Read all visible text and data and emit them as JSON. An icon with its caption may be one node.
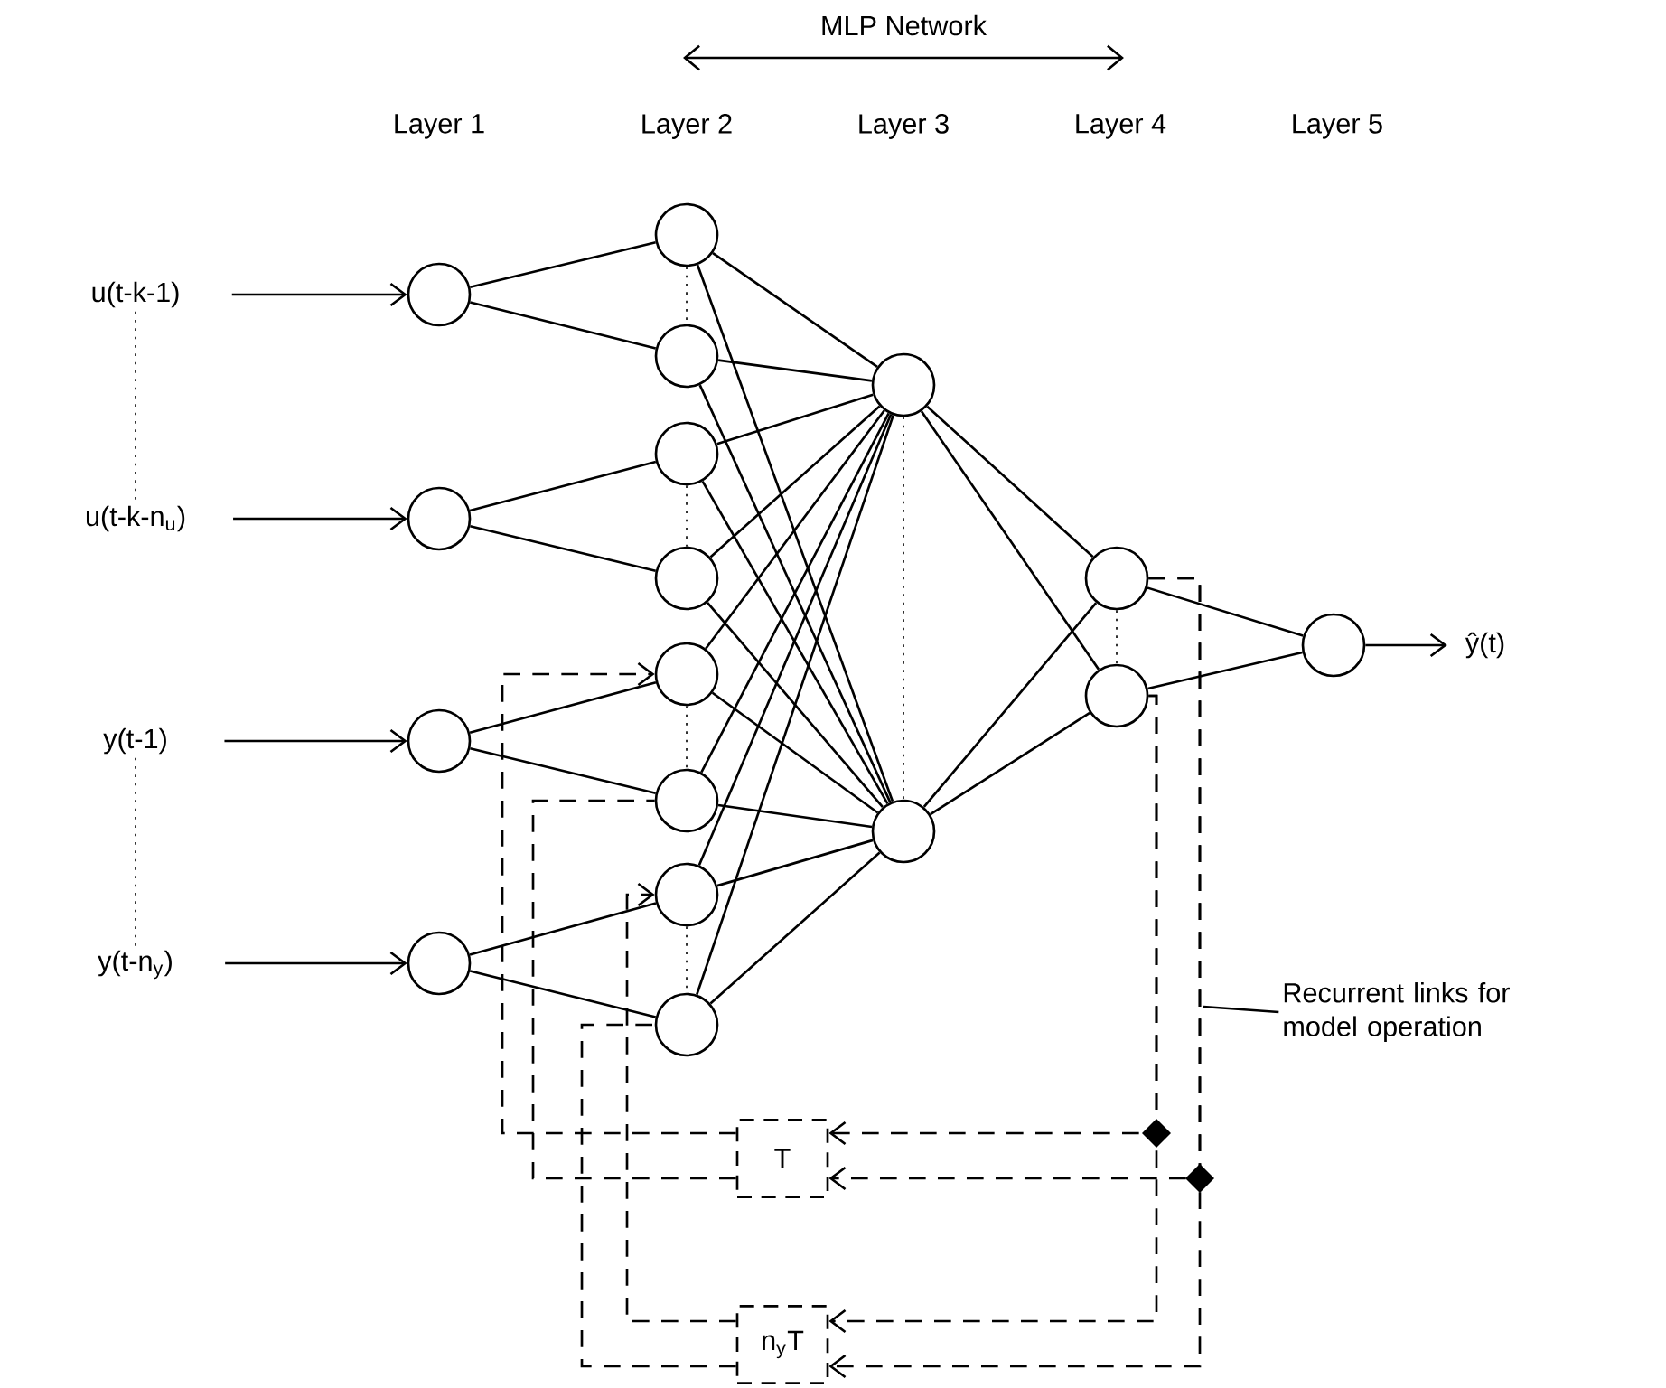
{
  "diagram": {
    "nodes": [
      {
        "text": [
          "u(t-k-1)"
        ]
      },
      {
        "text": [
          "u(t-k-n$_{u}$)"
        ]
      },
      {
        "text": [
          "y(t-1)"
        ]
      },
      {
        "text": [
          "y(t-n$_{y}$)"
        ]
      },
      {
        "text": [],
        "shape": "circle"
      },
      {
        "text": [],
        "shape": "circle"
      },
      {
        "text": [],
        "shape": "circle"
      },
      {
        "text": [],
        "shape": "circle"
      },
      {
        "text": [],
        "shape": "circle"
      },
      {
        "text": [],
        "shape": "circle"
      },
      {
        "text": [],
        "shape": "circle"
      },
      {
        "text": [],
        "shape": "circle"
      },
      {
        "text": [],
        "shape": "circle"
      },
      {
        "text": [],
        "shape": "circle"
      },
      {
        "text": [],
        "shape": "circle"
      },
      {
        "text": [],
        "shape": "circle"
      },
      {
        "text": [],
        "shape": "circle"
      },
      {
        "text": [],
        "shape": "circle"
      },
      {
        "text": [],
        "shape": "circle"
      },
      {
        "text": [],
        "shape": "circle"
      },
      {
        "text": [],
        "shape": "circle"
      },
      {
        "text": [
          "ŷ(t)"
        ]
      },
      {
        "text": [
          "T"
        ]
      },
      {
        "text": [
          "n$_{y}$T"
        ]
      },
      {
        "text": [
          "Recurrent links for model operation"
        ]
      }
    ],
    "edges": [
      {
        "from": 0,
        "to": 4,
        "arrow": "to"
      },
      {
        "from": 1,
        "to": 5,
        "arrow": "to"
      },
      {
        "from": 2,
        "to": 6,
        "arrow": "to"
      },
      {
        "from": 3,
        "to": 7,
        "arrow": "to"
      },
      {
        "from": 0,
        "to": 1,
        "arrow": "none",
        "style": "dashed"
      },
      {
        "from": 2,
        "to": 3,
        "arrow": "none",
        "style": "dashed"
      },
      {
        "from": 4,
        "to": 8,
        "arrow": "none"
      },
      {
        "from": 4,
        "to": 9,
        "arrow": "none"
      },
      {
        "from": 5,
        "to": 10,
        "arrow": "none"
      },
      {
        "from": 5,
        "to": 11,
        "arrow": "none"
      },
      {
        "from": 6,
        "to": 12,
        "arrow": "none"
      },
      {
        "from": 6,
        "to": 13,
        "arrow": "none"
      },
      {
        "from": 7,
        "to": 14,
        "arrow": "none"
      },
      {
        "from": 7,
        "to": 15,
        "arrow": "none"
      },
      {
        "from": 8,
        "to": 9,
        "arrow": "none",
        "style": "dashed"
      },
      {
        "from": 10,
        "to": 11,
        "arrow": "none",
        "style": "dashed"
      },
      {
        "from": 12,
        "to": 13,
        "arrow": "none",
        "style": "dashed"
      },
      {
        "from": 14,
        "to": 15,
        "arrow": "none",
        "style": "dashed"
      },
      {
        "from": 8,
        "to": 16,
        "arrow": "none"
      },
      {
        "from": 8,
        "to": 17,
        "arrow": "none"
      },
      {
        "from": 9,
        "to": 16,
        "arrow": "none"
      },
      {
        "from": 9,
        "to": 17,
        "arrow": "none"
      },
      {
        "from": 10,
        "to": 16,
        "arrow": "none"
      },
      {
        "from": 10,
        "to": 17,
        "arrow": "none"
      },
      {
        "from": 11,
        "to": 16,
        "arrow": "none"
      },
      {
        "from": 11,
        "to": 17,
        "arrow": "none"
      },
      {
        "from": 12,
        "to": 16,
        "arrow": "none"
      },
      {
        "from": 12,
        "to": 17,
        "arrow": "none"
      },
      {
        "from": 13,
        "to": 16,
        "arrow": "none"
      },
      {
        "from": 13,
        "to": 17,
        "arrow": "none"
      },
      {
        "from": 14,
        "to": 16,
        "arrow": "none"
      },
      {
        "from": 14,
        "to": 17,
        "arrow": "none"
      },
      {
        "from": 15,
        "to": 16,
        "arrow": "none"
      },
      {
        "from": 15,
        "to": 17,
        "arrow": "none"
      },
      {
        "from": 16,
        "to": 17,
        "arrow": "none",
        "style": "dashed"
      },
      {
        "from": 16,
        "to": 18,
        "arrow": "none"
      },
      {
        "from": 16,
        "to": 19,
        "arrow": "none"
      },
      {
        "from": 17,
        "to": 18,
        "arrow": "none"
      },
      {
        "from": 17,
        "to": 19,
        "arrow": "none"
      },
      {
        "from": 18,
        "to": 19,
        "arrow": "none",
        "style": "dashed"
      },
      {
        "from": 18,
        "to": 20,
        "arrow": "none"
      },
      {
        "from": 19,
        "to": 20,
        "arrow": "none"
      },
      {
        "from": 20,
        "to": 21,
        "arrow": "to"
      },
      {
        "from": 19,
        "to": 22,
        "arrow": "to",
        "style": "dashed"
      },
      {
        "from": 18,
        "to": 22,
        "arrow": "to",
        "style": "dashed"
      },
      {
        "from": 19,
        "to": 23,
        "arrow": "to",
        "style": "dashed"
      },
      {
        "from": 18,
        "to": 23,
        "arrow": "to",
        "style": "dashed"
      },
      {
        "from": 22,
        "to": 12,
        "arrow": "to",
        "style": "dashed"
      },
      {
        "from": 22,
        "to": 13,
        "arrow": "none",
        "style": "dashed"
      },
      {
        "from": 23,
        "to": 14,
        "arrow": "to",
        "style": "dashed"
      },
      {
        "from": 23,
        "to": 15,
        "arrow": "none",
        "style": "dashed"
      },
      {
        "from": 24,
        "to": null,
        "arrow": "none"
      }
    ],
    "labels": [
      "MLP Network",
      "Layer 1",
      "Layer 2",
      "Layer 3",
      "Layer 4",
      "Layer 5"
    ]
  }
}
